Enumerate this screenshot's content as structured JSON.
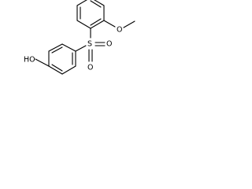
{
  "molecule": {
    "labels": {
      "hydroxyl": "HO",
      "sulfur": "S",
      "sulfonyl_oxygen_right": "O",
      "sulfonyl_oxygen_lower": "O",
      "methoxy_oxygen": "O"
    },
    "colors": {
      "bond": "#000000",
      "text": "#000000",
      "background": "#ffffff"
    }
  }
}
